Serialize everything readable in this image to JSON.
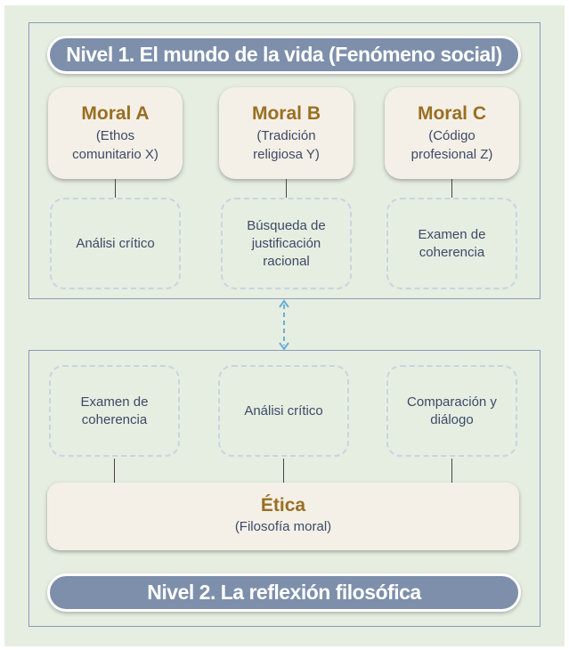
{
  "level1": {
    "title": "Nivel 1. El mundo de la vida (Fenómeno social)",
    "morals": [
      {
        "title": "Moral A",
        "subtitle": "(Ethos comunitario X)"
      },
      {
        "title": "Moral B",
        "subtitle": "(Tradición religiosa Y)"
      },
      {
        "title": "Moral C",
        "subtitle": "(Código profesional Z)"
      }
    ],
    "processes": [
      "Análisi crítico",
      "Búsqueda de justificación racional",
      "Examen de coherencia"
    ]
  },
  "level2": {
    "title": "Nivel 2. La reflexión filosófica",
    "processes": [
      "Examen de coherencia",
      "Análisi crítico",
      "Comparación y diálogo"
    ],
    "ethics": {
      "title": "Ética",
      "subtitle": "(Filosofía moral)"
    }
  },
  "colors": {
    "background": "#e6eee2",
    "pill": "#7d8fab",
    "card": "#f4f0e8",
    "accent": "#9a6f22",
    "text": "#3d4a66",
    "arrow": "#6aaed6"
  }
}
